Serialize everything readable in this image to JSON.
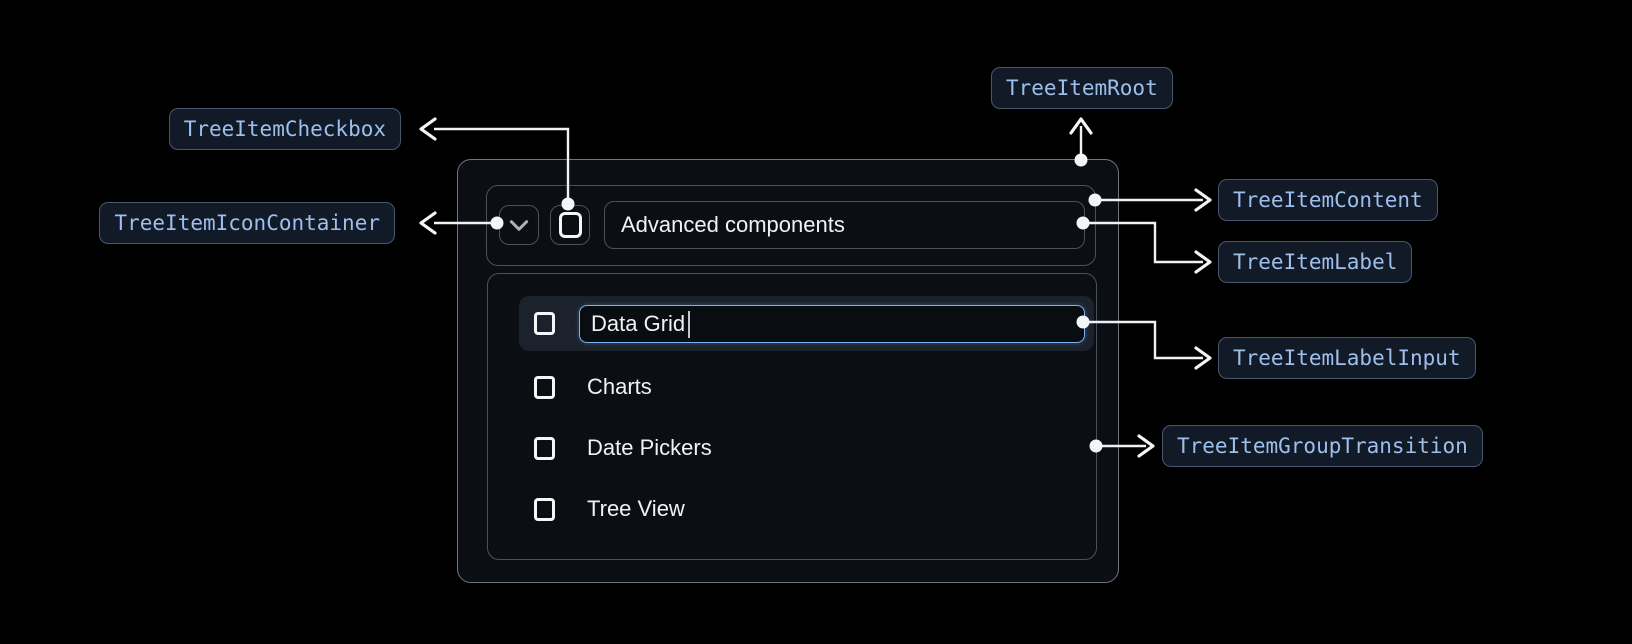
{
  "annotations": {
    "checkbox": {
      "label": "TreeItemCheckbox"
    },
    "icon_container": {
      "label": "TreeItemIconContainer"
    },
    "root": {
      "label": "TreeItemRoot"
    },
    "content": {
      "label": "TreeItemContent"
    },
    "label": {
      "label": "TreeItemLabel"
    },
    "label_input": {
      "label": "TreeItemLabelInput"
    },
    "group_transition": {
      "label": "TreeItemGroupTransition"
    }
  },
  "tree": {
    "parent": {
      "label": "Advanced components",
      "expanded": true
    },
    "editing": {
      "value": "Data Grid"
    },
    "items": [
      "Charts",
      "Date Pickers",
      "Tree View"
    ]
  },
  "icons": {
    "expand": "chevron-down",
    "checkbox": "square-outline"
  },
  "colors": {
    "background": "#000000",
    "annotation_text": "#9cbfec",
    "annotation_bg": "#131a27",
    "annotation_border": "#46576e",
    "connector": "#eef2f6",
    "card_border": "#70767f",
    "inner_border": "#4a515e",
    "row_highlight_bg": "#1c222c",
    "input_focus_border": "#77b3f0",
    "text": "#f0f2f4"
  }
}
